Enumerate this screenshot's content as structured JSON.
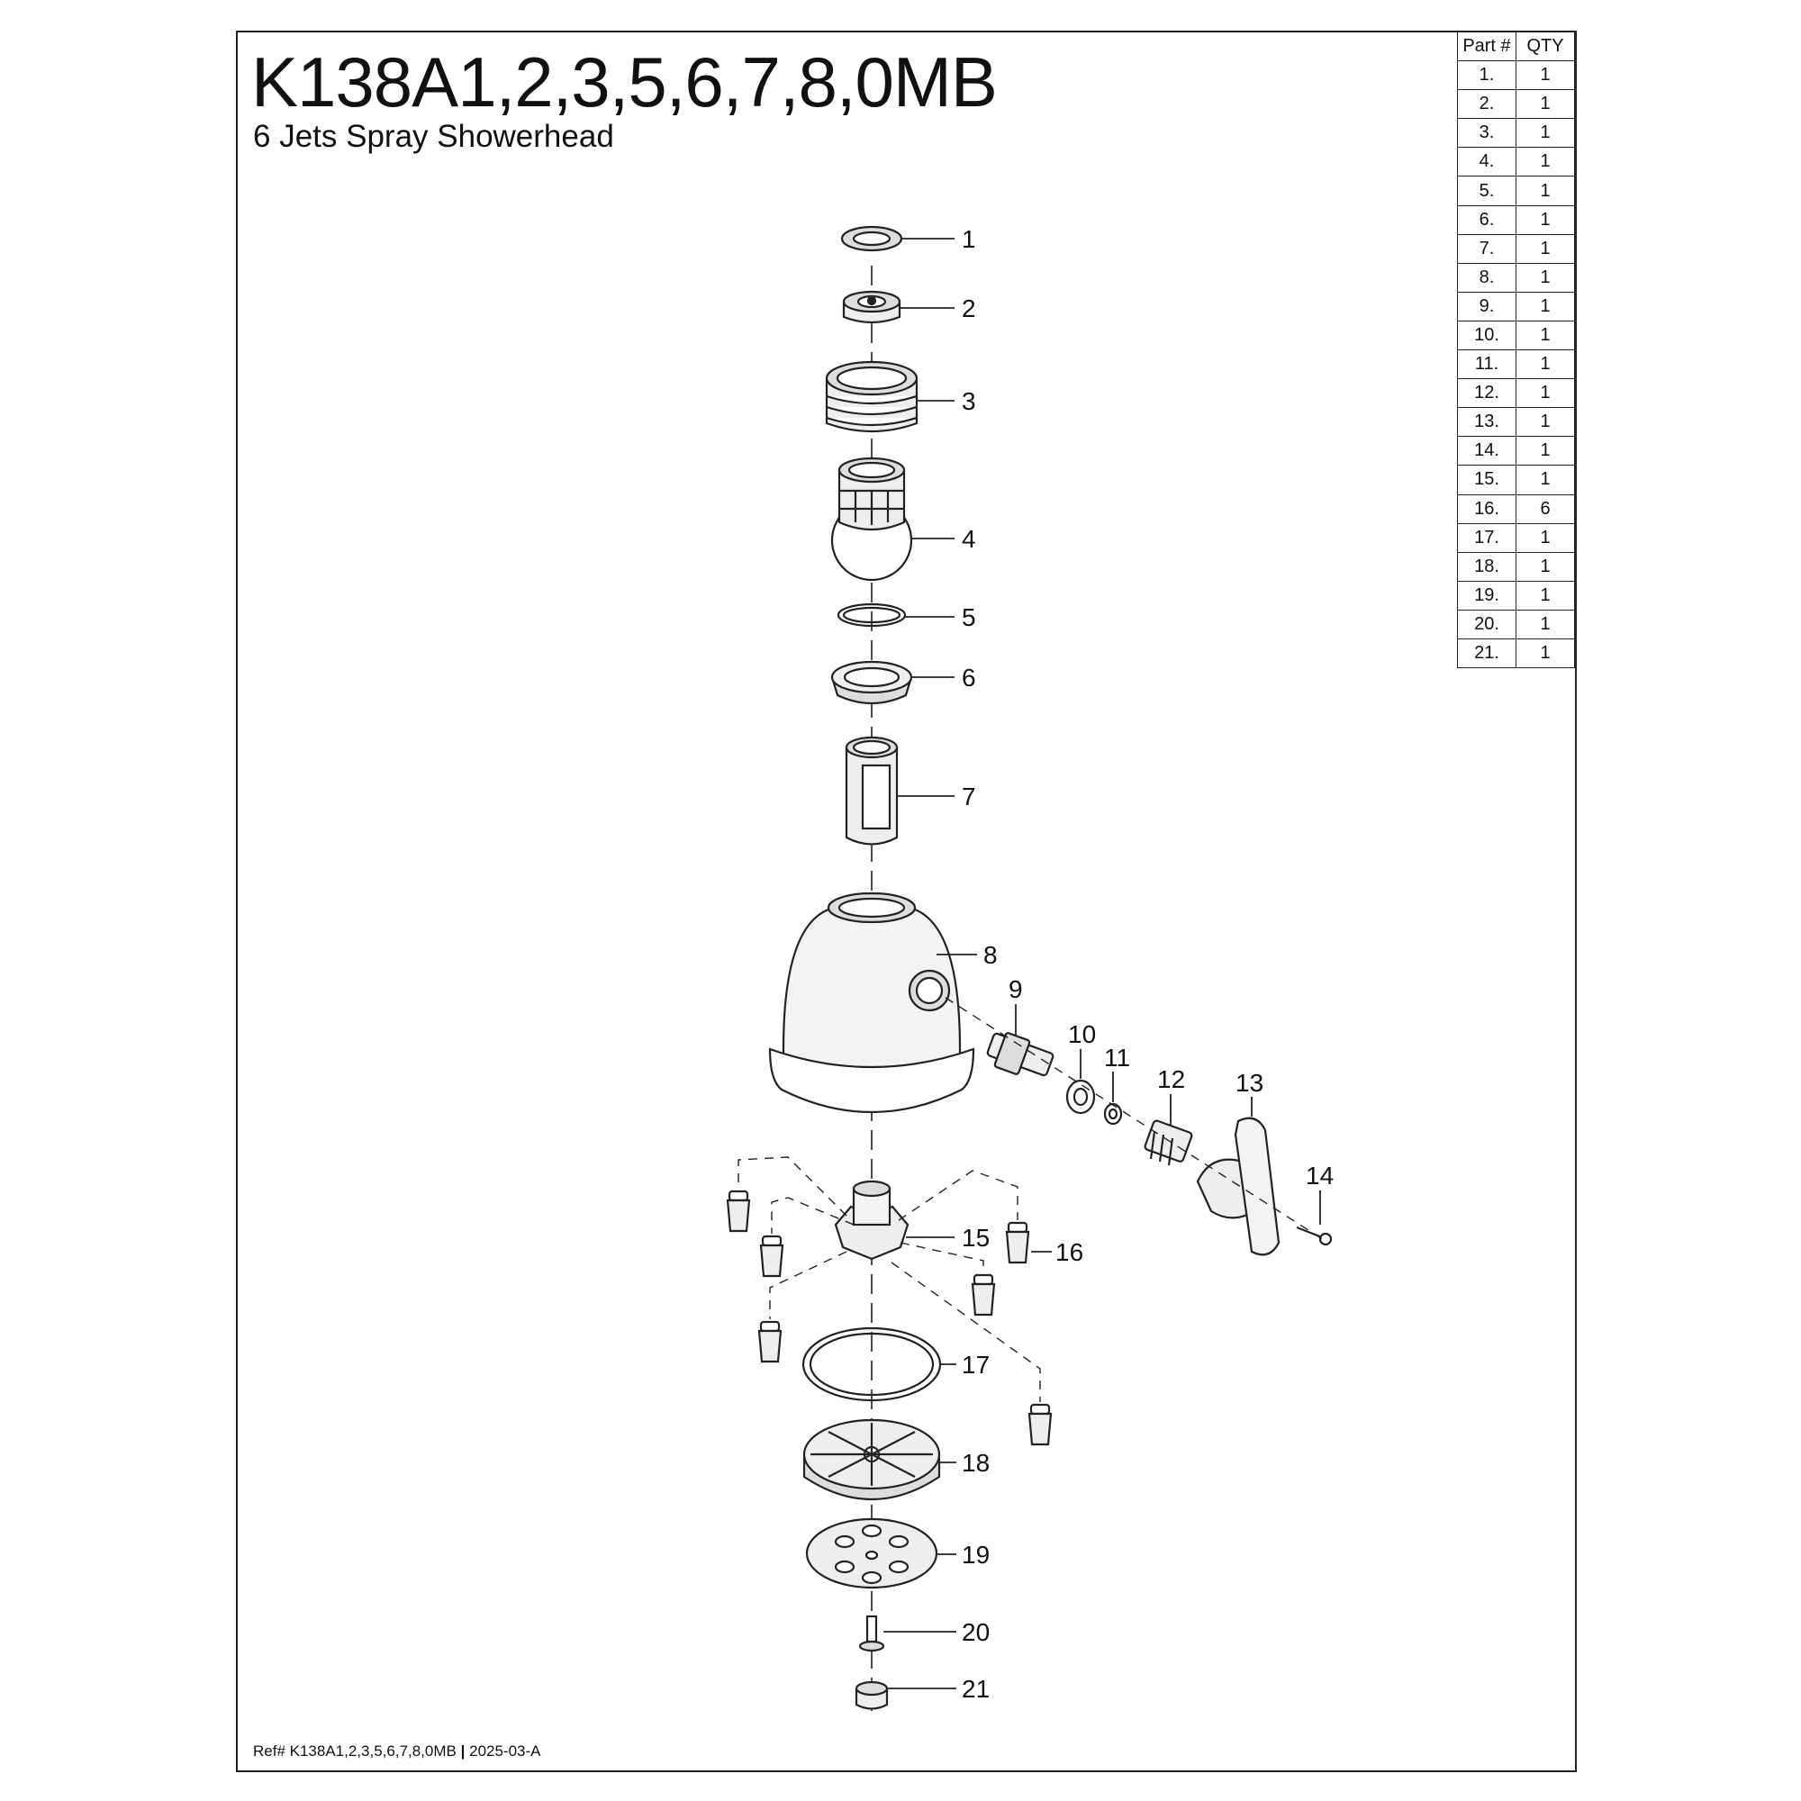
{
  "header": {
    "title": "K138A1,2,3,5,6,7,8,0MB",
    "subtitle": "6 Jets Spray Showerhead"
  },
  "parts_table": {
    "headers": [
      "Part #",
      "QTY"
    ],
    "rows": [
      {
        "part": "1.",
        "qty": "1"
      },
      {
        "part": "2.",
        "qty": "1"
      },
      {
        "part": "3.",
        "qty": "1"
      },
      {
        "part": "4.",
        "qty": "1"
      },
      {
        "part": "5.",
        "qty": "1"
      },
      {
        "part": "6.",
        "qty": "1"
      },
      {
        "part": "7.",
        "qty": "1"
      },
      {
        "part": "8.",
        "qty": "1"
      },
      {
        "part": "9.",
        "qty": "1"
      },
      {
        "part": "10.",
        "qty": "1"
      },
      {
        "part": "11.",
        "qty": "1"
      },
      {
        "part": "12.",
        "qty": "1"
      },
      {
        "part": "13.",
        "qty": "1"
      },
      {
        "part": "14.",
        "qty": "1"
      },
      {
        "part": "15.",
        "qty": "1"
      },
      {
        "part": "16.",
        "qty": "6"
      },
      {
        "part": "17.",
        "qty": "1"
      },
      {
        "part": "18.",
        "qty": "1"
      },
      {
        "part": "19.",
        "qty": "1"
      },
      {
        "part": "20.",
        "qty": "1"
      },
      {
        "part": "21.",
        "qty": "1"
      }
    ]
  },
  "callouts": [
    "1",
    "2",
    "3",
    "4",
    "5",
    "6",
    "7",
    "8",
    "9",
    "10",
    "11",
    "12",
    "13",
    "14",
    "15",
    "16",
    "17",
    "18",
    "19",
    "20",
    "21"
  ],
  "footer": {
    "ref_label": "Ref# K138A1,2,3,5,6,7,8,0MB",
    "separator": "|",
    "revision": "2025-03-A"
  }
}
